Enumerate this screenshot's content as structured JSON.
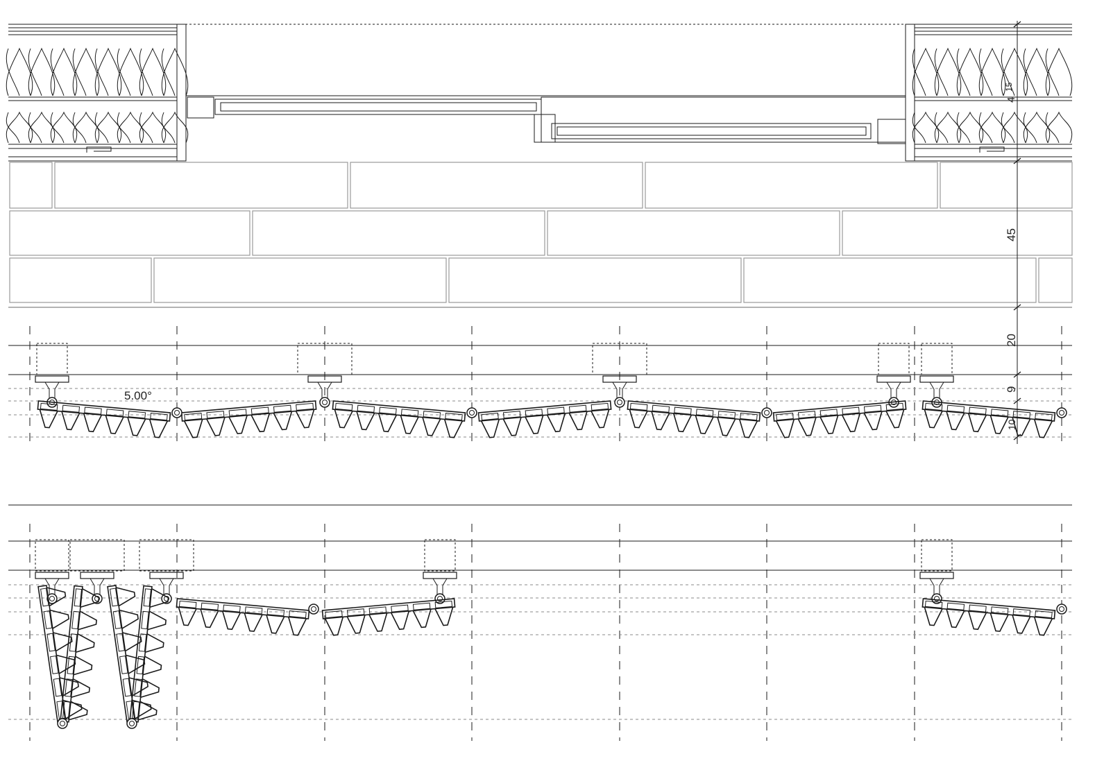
{
  "drawing": {
    "angle_label": "5.00°",
    "dimensions": [
      "4",
      "15",
      "45",
      "20",
      "9",
      "10"
    ]
  },
  "colors": {
    "line": "#1a1a1a",
    "light": "#9a9a9a",
    "dash": "#888888"
  }
}
